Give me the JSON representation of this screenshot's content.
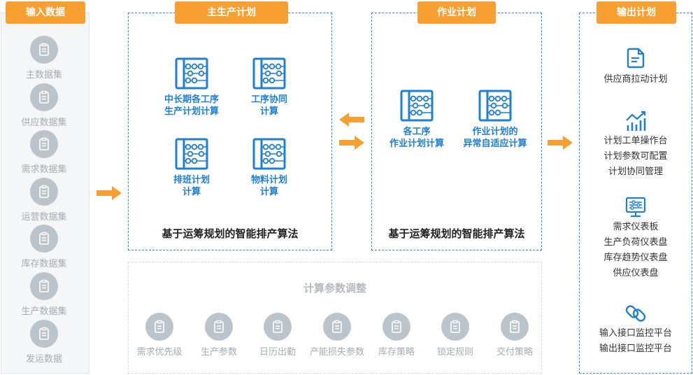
{
  "colors": {
    "accent_orange": "#f7a031",
    "border_blue": "#2e8fd6",
    "module_blue": "#1f7fd0",
    "muted_gray": "#bcc4cb"
  },
  "input_panel": {
    "tag": "输入数据",
    "items": [
      {
        "label": "主数据集",
        "icon": "clipboard-icon"
      },
      {
        "label": "供应数据集",
        "icon": "clipboard-icon"
      },
      {
        "label": "需求数据集",
        "icon": "clipboard-icon"
      },
      {
        "label": "运营数据集",
        "icon": "clipboard-icon"
      },
      {
        "label": "库存数据集",
        "icon": "clipboard-icon"
      },
      {
        "label": "生产数据集",
        "icon": "clipboard-icon"
      },
      {
        "label": "发运数据",
        "icon": "clipboard-icon"
      }
    ]
  },
  "master_plan": {
    "tag": "主生产计划",
    "modules": [
      {
        "line1": "中长期各工序",
        "line2": "生产计划计算",
        "icon": "abacus-icon"
      },
      {
        "line1": "工序协同",
        "line2": "计算",
        "icon": "abacus-icon"
      },
      {
        "line1": "排班计划",
        "line2": "计算",
        "icon": "abacus-icon"
      },
      {
        "line1": "物料计划",
        "line2": "计算",
        "icon": "abacus-icon"
      }
    ],
    "footer": "基于运筹规划的智能排产算法"
  },
  "job_plan": {
    "tag": "作业计划",
    "modules": [
      {
        "line1": "各工序",
        "line2": "作业计划计算",
        "icon": "abacus-icon"
      },
      {
        "line1": "作业计划的",
        "line2": "异常自适应计算",
        "icon": "abacus-icon"
      }
    ],
    "footer": "基于运筹规划的智能排产算法"
  },
  "params": {
    "title": "计算参数调整",
    "items": [
      {
        "label": "需求优先级",
        "icon": "clipboard-icon"
      },
      {
        "label": "生产参数",
        "icon": "clipboard-icon"
      },
      {
        "label": "日历出勤",
        "icon": "clipboard-icon"
      },
      {
        "label": "产能损失参数",
        "icon": "clipboard-icon"
      },
      {
        "label": "库存策略",
        "icon": "clipboard-icon"
      },
      {
        "label": "锁定规则",
        "icon": "clipboard-icon"
      },
      {
        "label": "交付策略",
        "icon": "clipboard-icon"
      }
    ]
  },
  "output_panel": {
    "tag": "输出计划",
    "groups": [
      {
        "icon": "document-icon",
        "lines": [
          "供应商拉动计划"
        ]
      },
      {
        "icon": "bar-chart-icon",
        "lines": [
          "计划工单操作台",
          "计划参数可配置",
          "计划协同管理"
        ]
      },
      {
        "icon": "dashboard-icon",
        "lines": [
          "需求仪表板",
          "生产负荷仪表盘",
          "库存趋势仪表盘",
          "供应仪表盘"
        ]
      },
      {
        "icon": "link-icon",
        "lines": [
          "输入接口监控平台",
          "输出接口监控平台"
        ]
      }
    ]
  }
}
